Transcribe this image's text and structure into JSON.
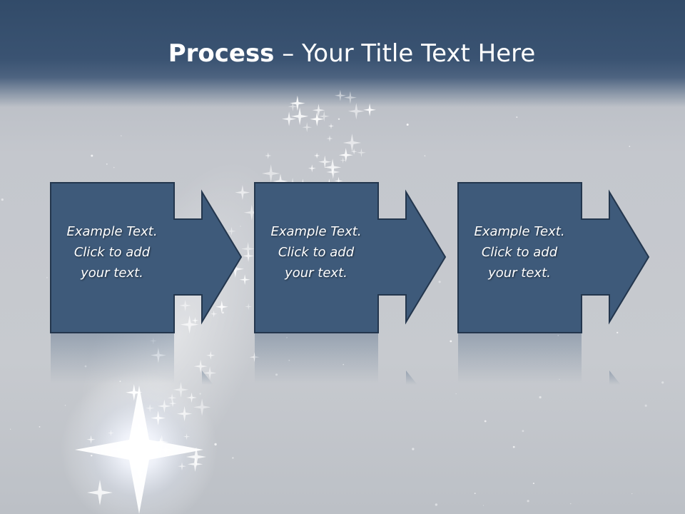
{
  "title": {
    "bold": "Process",
    "rest": " – Your Title Text Here"
  },
  "steps": [
    {
      "text": "Example Text.\nClick  to add\nyour text."
    },
    {
      "text": "Example Text.\nClick  to add\nyour text."
    },
    {
      "text": "Example Text.\nClick  to add\nyour text."
    }
  ],
  "colors": {
    "header": "#324b69",
    "box_fill": "#3e5a7a",
    "box_border": "#23364d"
  }
}
